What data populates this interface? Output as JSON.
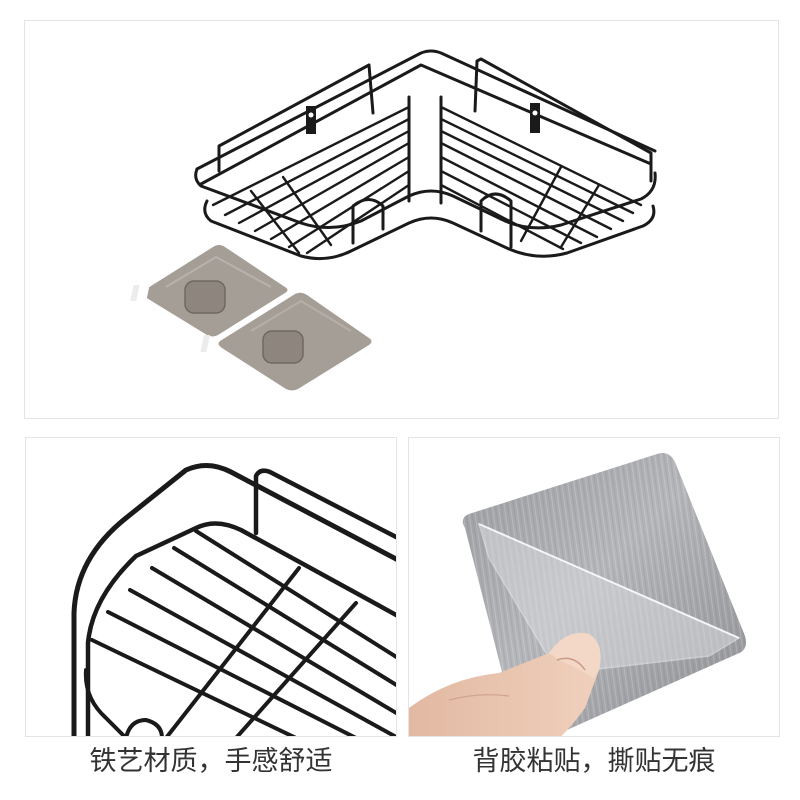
{
  "images": {
    "top": {
      "subject": "corner-wire-shelf-with-adhesive-pads",
      "wire_color": "#1a1a1a",
      "pad_color": "#a59e96"
    },
    "bottom_left": {
      "subject": "wire-shelf-closeup"
    },
    "bottom_right": {
      "subject": "adhesive-pad-peel"
    }
  },
  "captions": {
    "left": "铁艺材质，手感舒适",
    "right": "背胶粘贴，撕贴无痕"
  },
  "colors": {
    "border": "#e4e4e4",
    "caption_text": "#333333",
    "wire": "#1a1a1a",
    "pad": "#a59e96",
    "metal": "#a7a9ad",
    "skin": "#e7c3ae"
  }
}
